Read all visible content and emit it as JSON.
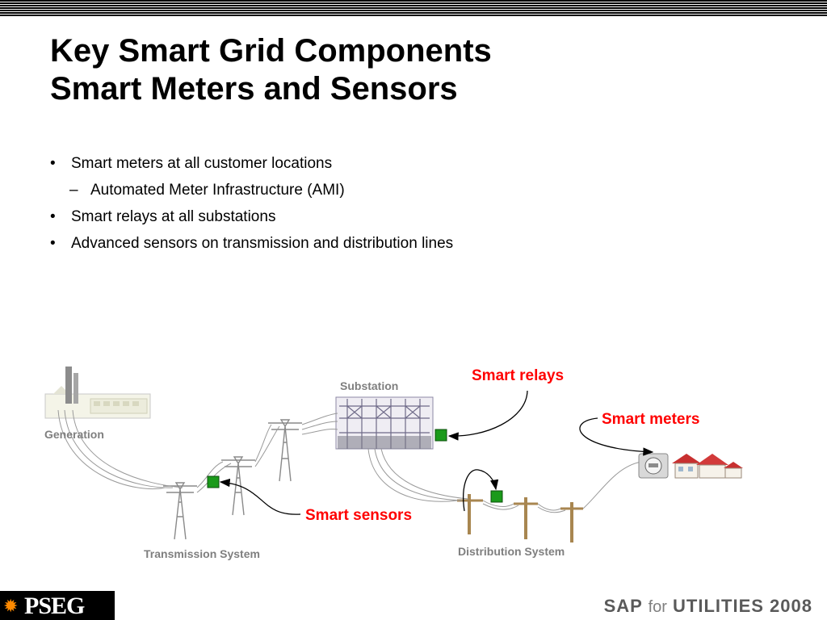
{
  "slide": {
    "title_line1": "Key Smart Grid Components",
    "title_line2": "Smart Meters and Sensors",
    "bullets": [
      {
        "mark": "•",
        "text": "Smart meters at all customer locations"
      },
      {
        "mark": "–",
        "text": "Automated Meter Infrastructure (AMI)"
      },
      {
        "mark": "•",
        "text": "Smart relays at all substations"
      },
      {
        "mark": "•",
        "text": "Advanced sensors on transmission and distribution lines"
      }
    ]
  },
  "diagram": {
    "labels": {
      "generation": "Generation",
      "substation": "Substation",
      "transmission": "Transmission System",
      "distribution": "Distribution System",
      "smart_relays": "Smart relays",
      "smart_meters": "Smart meters",
      "smart_sensors": "Smart sensors"
    },
    "colors": {
      "callout_red": "#ff0000",
      "label_gray": "#7f7f7f",
      "sensor_green": "#1a9a1a"
    }
  },
  "footer": {
    "logo_text": "PSEG",
    "brand_sap": "SAP",
    "brand_for": "for",
    "brand_rest": "UTILITIES 2008"
  }
}
